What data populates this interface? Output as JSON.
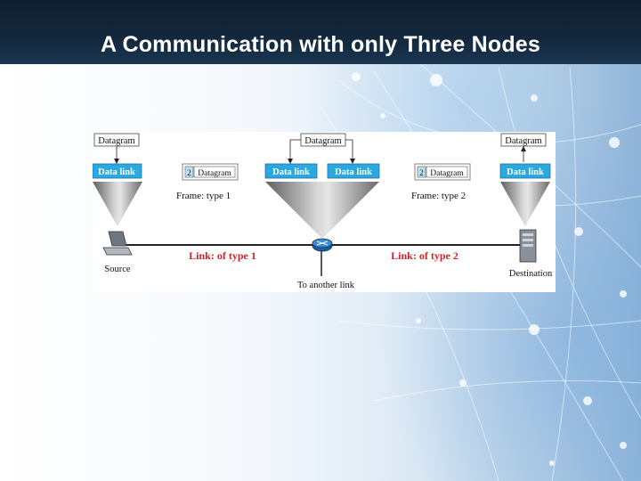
{
  "slide": {
    "title": "A Communication with only Three Nodes"
  },
  "diagram": {
    "source": {
      "datagram": "Datagram",
      "data_link": "Data link",
      "label": "Source"
    },
    "router": {
      "datagram": "Datagram",
      "data_link_left": "Data link",
      "data_link_right": "Data link",
      "label": "To another link"
    },
    "destination": {
      "datagram": "Datagram",
      "data_link": "Data link",
      "label": "Destination"
    },
    "frame1": {
      "header": "2",
      "datagram": "Datagram",
      "label": "Frame: type 1"
    },
    "frame2": {
      "header": "2",
      "datagram": "Datagram",
      "label": "Frame: type 2"
    },
    "link1": "Link: of type 1",
    "link2": "Link: of type 2",
    "colors": {
      "data_link_box": "#29a9e0",
      "link_label": "#d2232a",
      "cone": "#8a8a8a"
    }
  }
}
